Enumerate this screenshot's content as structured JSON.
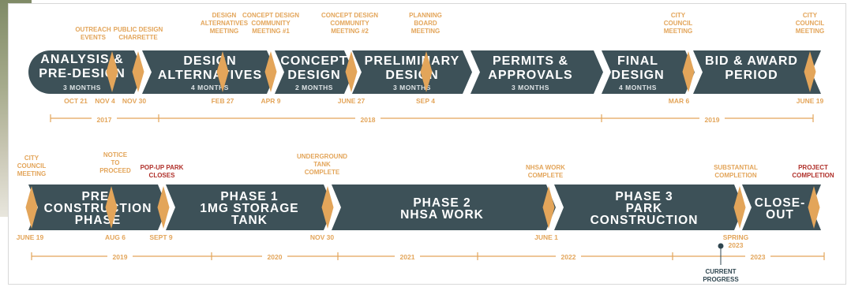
{
  "colors": {
    "bar": "#3d5158",
    "accent": "#e3a55a",
    "red": "#b0302a",
    "navy": "#2f4650"
  },
  "row1": {
    "phases": [
      {
        "lines": [
          "ANALYSIS &",
          "PRE-DESIGN"
        ],
        "sub": "3 MONTHS"
      },
      {
        "lines": [
          "DESIGN",
          "ALTERNATIVES"
        ],
        "sub": "4 MONTHS"
      },
      {
        "lines": [
          "CONCEPT",
          "DESIGN"
        ],
        "sub": "2 MONTHS"
      },
      {
        "lines": [
          "PRELIMINARY",
          "DESIGN"
        ],
        "sub": "3 MONTHS"
      },
      {
        "lines": [
          "PERMITS &",
          "APPROVALS"
        ],
        "sub": "3 MONTHS"
      },
      {
        "lines": [
          "FINAL",
          "DESIGN"
        ],
        "sub": "4 MONTHS"
      },
      {
        "lines": [
          "BID & AWARD",
          "PERIOD"
        ],
        "sub": ""
      }
    ],
    "events": [
      {
        "lines": [
          "OUTREACH",
          "EVENTS"
        ],
        "red": false
      },
      {
        "lines": [
          "PUBLIC DESIGN",
          "CHARRETTE"
        ],
        "red": false
      },
      {
        "lines": [
          "DESIGN",
          "ALTERNATIVES",
          "MEETING"
        ],
        "red": false
      },
      {
        "lines": [
          "CONCEPT DESIGN",
          "COMMUNITY",
          "MEETING #1"
        ],
        "red": false
      },
      {
        "lines": [
          "CONCEPT DESIGN",
          "COMMUNITY",
          "MEETING #2"
        ],
        "red": false
      },
      {
        "lines": [
          "PLANNING",
          "BOARD",
          "MEETING"
        ],
        "red": false
      },
      {
        "lines": [
          "CITY",
          "COUNCIL",
          "MEETING"
        ],
        "red": false
      },
      {
        "lines": [
          "CITY",
          "COUNCIL",
          "MEETING"
        ],
        "red": false
      }
    ],
    "dates": [
      "OCT 21",
      "NOV 4",
      "NOV 30",
      "FEB 27",
      "APR 9",
      "JUNE 27",
      "SEP 4",
      "MAR 6",
      "JUNE 19"
    ],
    "years": [
      "2017",
      "2018",
      "2019"
    ]
  },
  "row2": {
    "phases": [
      {
        "lines": [
          "PRE-",
          "CONSTRUCTION",
          "PHASE"
        ]
      },
      {
        "lines": [
          "PHASE 1",
          "1MG STORAGE",
          "TANK"
        ]
      },
      {
        "lines": [
          "PHASE 2",
          "NHSA WORK"
        ]
      },
      {
        "lines": [
          "PHASE 3",
          "PARK",
          "CONSTRUCTION"
        ]
      },
      {
        "lines": [
          "CLOSE-",
          "OUT"
        ]
      }
    ],
    "events": [
      {
        "lines": [
          "CITY",
          "COUNCIL",
          "MEETING"
        ],
        "red": false
      },
      {
        "lines": [
          "NOTICE",
          "TO",
          "PROCEED"
        ],
        "red": false
      },
      {
        "lines": [
          "POP-UP PARK",
          "CLOSES"
        ],
        "red": true
      },
      {
        "lines": [
          "UNDERGROUND",
          "TANK",
          "COMPLETE"
        ],
        "red": false
      },
      {
        "lines": [
          "NHSA WORK",
          "COMPLETE"
        ],
        "red": false
      },
      {
        "lines": [
          "SUBSTANTIAL",
          "COMPLETION"
        ],
        "red": false
      },
      {
        "lines": [
          "PROJECT",
          "COMPLETION"
        ],
        "red": true
      }
    ],
    "dates": [
      {
        "lines": [
          "JUNE 19"
        ]
      },
      {
        "lines": [
          "AUG 6"
        ]
      },
      {
        "lines": [
          "SEPT 9"
        ]
      },
      {
        "lines": [
          "NOV 30"
        ]
      },
      {
        "lines": [
          "JUNE 1"
        ]
      },
      {
        "lines": [
          "SPRING",
          "2023"
        ]
      }
    ],
    "years": [
      "2019",
      "2020",
      "2021",
      "2022",
      "2023"
    ],
    "current": [
      "CURRENT",
      "PROGRESS"
    ]
  }
}
